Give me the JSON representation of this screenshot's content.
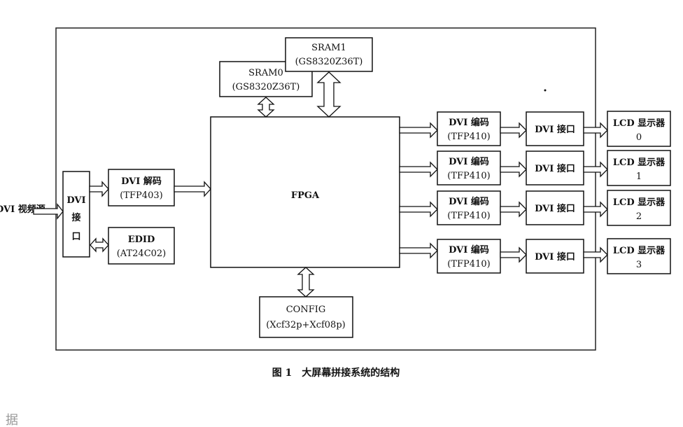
{
  "source_label": "DVI 视频源",
  "dvi_port_in": {
    "l1": "DVI",
    "l2": "接",
    "l3": "口"
  },
  "decoder": {
    "l1": "DVI 解码",
    "l2": "(TFP403)"
  },
  "edid": {
    "l1": "EDID",
    "l2": "(AT24C02)"
  },
  "sram0": {
    "l1": "SRAM0",
    "l2": "(GS8320Z36T)"
  },
  "sram1": {
    "l1": "SRAM1",
    "l2": "(GS8320Z36T)"
  },
  "fpga": "FPGA",
  "config": {
    "l1": "CONFIG",
    "l2": "(Xcf32p+Xcf08p)"
  },
  "encoders": [
    {
      "l1": "DVI 编码",
      "l2": "(TFP410)"
    },
    {
      "l1": "DVI 编码",
      "l2": "(TFP410)"
    },
    {
      "l1": "DVI 编码",
      "l2": "(TFP410)"
    },
    {
      "l1": "DVI 编码",
      "l2": "(TFP410)"
    }
  ],
  "dvi_ports_out": [
    "DVI 接口",
    "DVI 接口",
    "DVI 接口",
    "DVI 接口"
  ],
  "displays": [
    {
      "l1": "LCD 显示器",
      "l2": "0"
    },
    {
      "l1": "LCD 显示器",
      "l2": "1"
    },
    {
      "l1": "LCD 显示器",
      "l2": "2"
    },
    {
      "l1": "LCD 显示器",
      "l2": "3"
    }
  ],
  "caption": "图 1　大屏幕拼接系统的结构",
  "footer_fragment": "据"
}
